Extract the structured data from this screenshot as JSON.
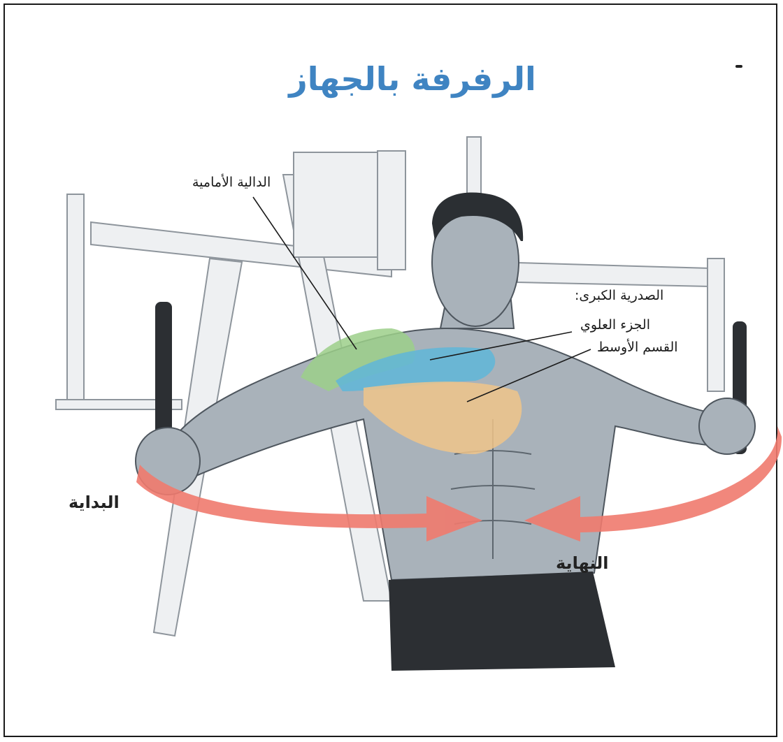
{
  "title": "الرفرفة بالجهاز",
  "labels": {
    "anterior_deltoid": "الدالية الأمامية",
    "pectoralis_major": "الصدرية الكبرى:",
    "upper_part": "الجزء العلوي",
    "middle_part": "القسم الأوسط",
    "start": "البداية",
    "end": "النهاية"
  },
  "colors": {
    "title": "#3f84c2",
    "arrow": "#f07a6e",
    "deltoid": "#9ccf8a",
    "upper_chest": "#5fb6d8",
    "middle_chest": "#f0c48a"
  }
}
